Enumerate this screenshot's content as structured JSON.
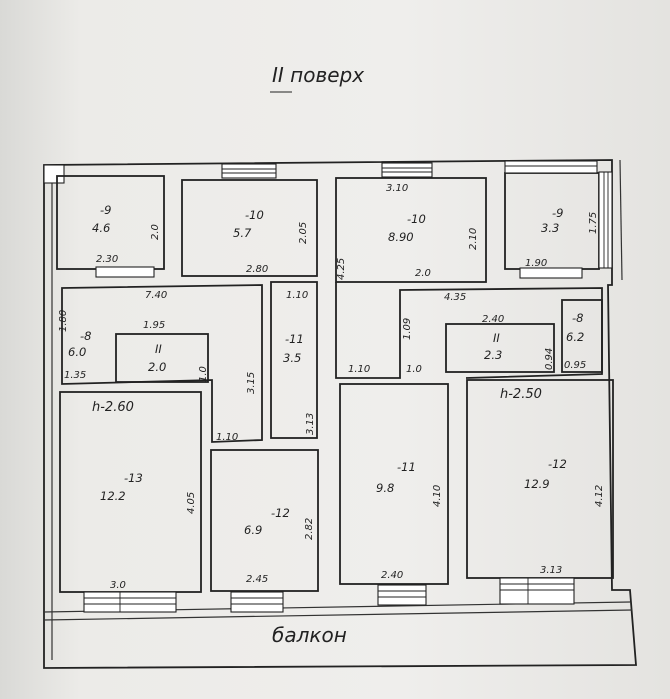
{
  "title": "II поверх",
  "footer": "балкон",
  "rooms": [
    {
      "id": "r1",
      "num": "-9",
      "area": "4.6"
    },
    {
      "id": "r2",
      "num": "-10",
      "area": "5.7"
    },
    {
      "id": "r3",
      "num": "-10",
      "area": "8.90"
    },
    {
      "id": "r4",
      "num": "-9",
      "area": "3.3"
    },
    {
      "id": "r5",
      "num": "-8",
      "area": "6.0"
    },
    {
      "id": "r6",
      "num": "II",
      "area": "2.0"
    },
    {
      "id": "r7",
      "num": "-11",
      "area": "3.5"
    },
    {
      "id": "r8",
      "num": "II",
      "area": "2.3"
    },
    {
      "id": "r9",
      "num": "-8",
      "area": "6.2"
    },
    {
      "id": "r10",
      "num": "-13",
      "area": "12.2"
    },
    {
      "id": "r11",
      "num": "-12",
      "area": "6.9"
    },
    {
      "id": "r12",
      "num": "-11",
      "area": "9.8"
    },
    {
      "id": "r13",
      "num": "-12",
      "area": "12.9"
    }
  ],
  "dimensions": {
    "d1": "2.0",
    "d2": "2.30",
    "d3": "2.05",
    "d4": "2.80",
    "d5": "3.10",
    "d6": "2.10",
    "d7": "2.0",
    "d8": "4.25",
    "d9": "1.75",
    "d10": "1.90",
    "d11": "7.40",
    "d12": "1.10",
    "d13": "1.80",
    "d14": "1.95",
    "d15": "1.0",
    "d16": "3.15",
    "d17": "3.13",
    "d18": "1.35",
    "d19": "4.35",
    "d20": "2.40",
    "d21": "1.09",
    "d22": "0.94",
    "d23": "1.10",
    "d24": "1.0",
    "d25": "0.95",
    "d26": "1.10",
    "d27": "4.05",
    "d28": "2.82",
    "d29": "4.10",
    "d30": "4.12",
    "d31": "3.0",
    "d32": "2.45",
    "d33": "2.40",
    "d34": "3.13"
  },
  "heights": {
    "h1": "h-2.60",
    "h2": "h-2.50"
  }
}
